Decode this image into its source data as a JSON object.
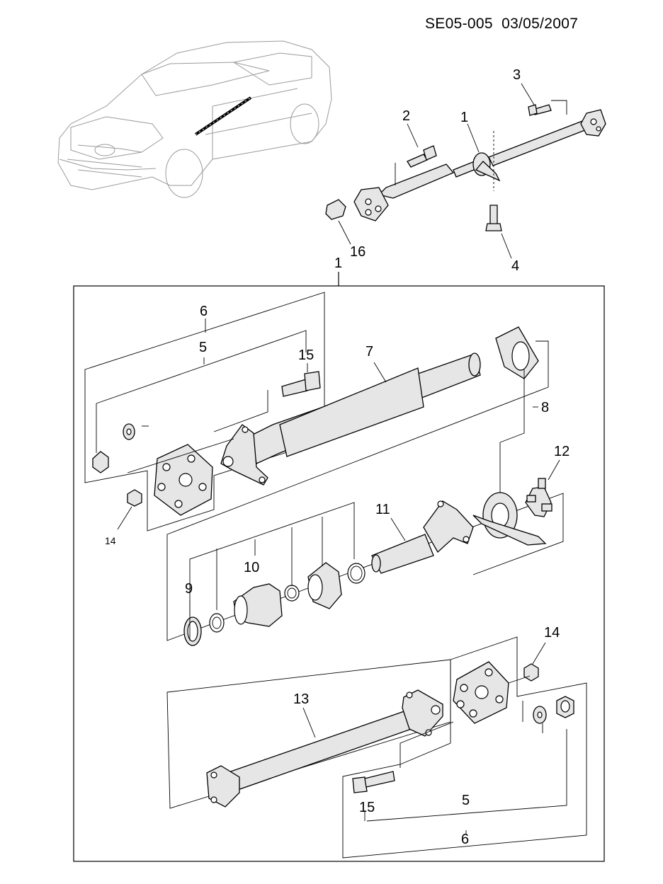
{
  "header": {
    "code": "SE05-005",
    "date": "03/05/2007"
  },
  "callouts": {
    "shaft_assembly_top": "1",
    "shaft_assembly_frame": "1",
    "bolt_top_left": "2",
    "bolt_top_right": "3",
    "bolt_bracket": "4",
    "coupling_kit_front": "6",
    "coupling_front": "5",
    "bolt_front": "15",
    "front_shaft": "7",
    "bearing_kit": "8",
    "universal_joint": "12",
    "slip_yoke": "11",
    "boot_kit": "10",
    "clamp": "9",
    "nut_front": "14",
    "nut_top": "16",
    "nut_rear": "14",
    "rear_shaft": "13",
    "coupling_rear": "5",
    "coupling_kit_rear": "6",
    "bolt_rear": "15"
  }
}
